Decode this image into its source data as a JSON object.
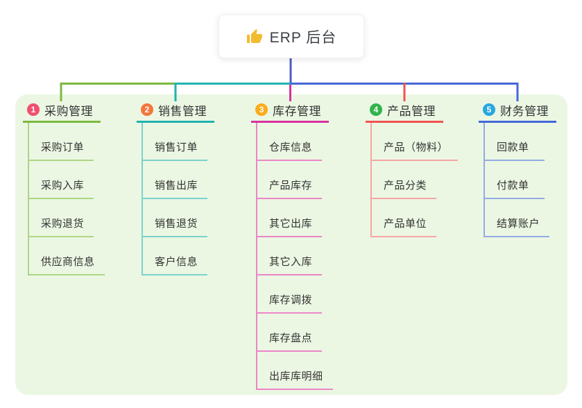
{
  "root": {
    "title": "ERP 后台",
    "icon": "thumbs-up-icon",
    "icon_color": "#f3bb2f"
  },
  "colors": {
    "root_line": "#4f5ec4",
    "panel_bg": "#ebf7e3",
    "text": "#333333"
  },
  "branches": [
    {
      "number": "1",
      "label": "采购管理",
      "badge_color": "#f0506e",
      "line_color": "#7cb93f",
      "line_color_light": "#aed584",
      "children": [
        "采购订单",
        "采购入库",
        "采购退货",
        "供应商信息"
      ]
    },
    {
      "number": "2",
      "label": "销售管理",
      "badge_color": "#f3763c",
      "line_color": "#1fb3ae",
      "line_color_light": "#7ad2cd",
      "children": [
        "销售订单",
        "销售出库",
        "销售退货",
        "客户信息"
      ]
    },
    {
      "number": "3",
      "label": "库存管理",
      "badge_color": "#fbab1c",
      "line_color": "#d8319f",
      "line_color_light": "#ec85c7",
      "children": [
        "仓库信息",
        "产品库存",
        "其它出库",
        "其它入库",
        "库存调拨",
        "库存盘点",
        "出库库明细"
      ]
    },
    {
      "number": "4",
      "label": "产品管理",
      "badge_color": "#31b34c",
      "line_color": "#f05152",
      "line_color_light": "#f7a5a3",
      "children": [
        "产品（物料）",
        "产品分类",
        "产品单位"
      ]
    },
    {
      "number": "5",
      "label": "财务管理",
      "badge_color": "#29a7e1",
      "line_color": "#4567d8",
      "line_color_light": "#93aae4",
      "children": [
        "回款单",
        "付款单",
        "结算账户"
      ]
    }
  ]
}
